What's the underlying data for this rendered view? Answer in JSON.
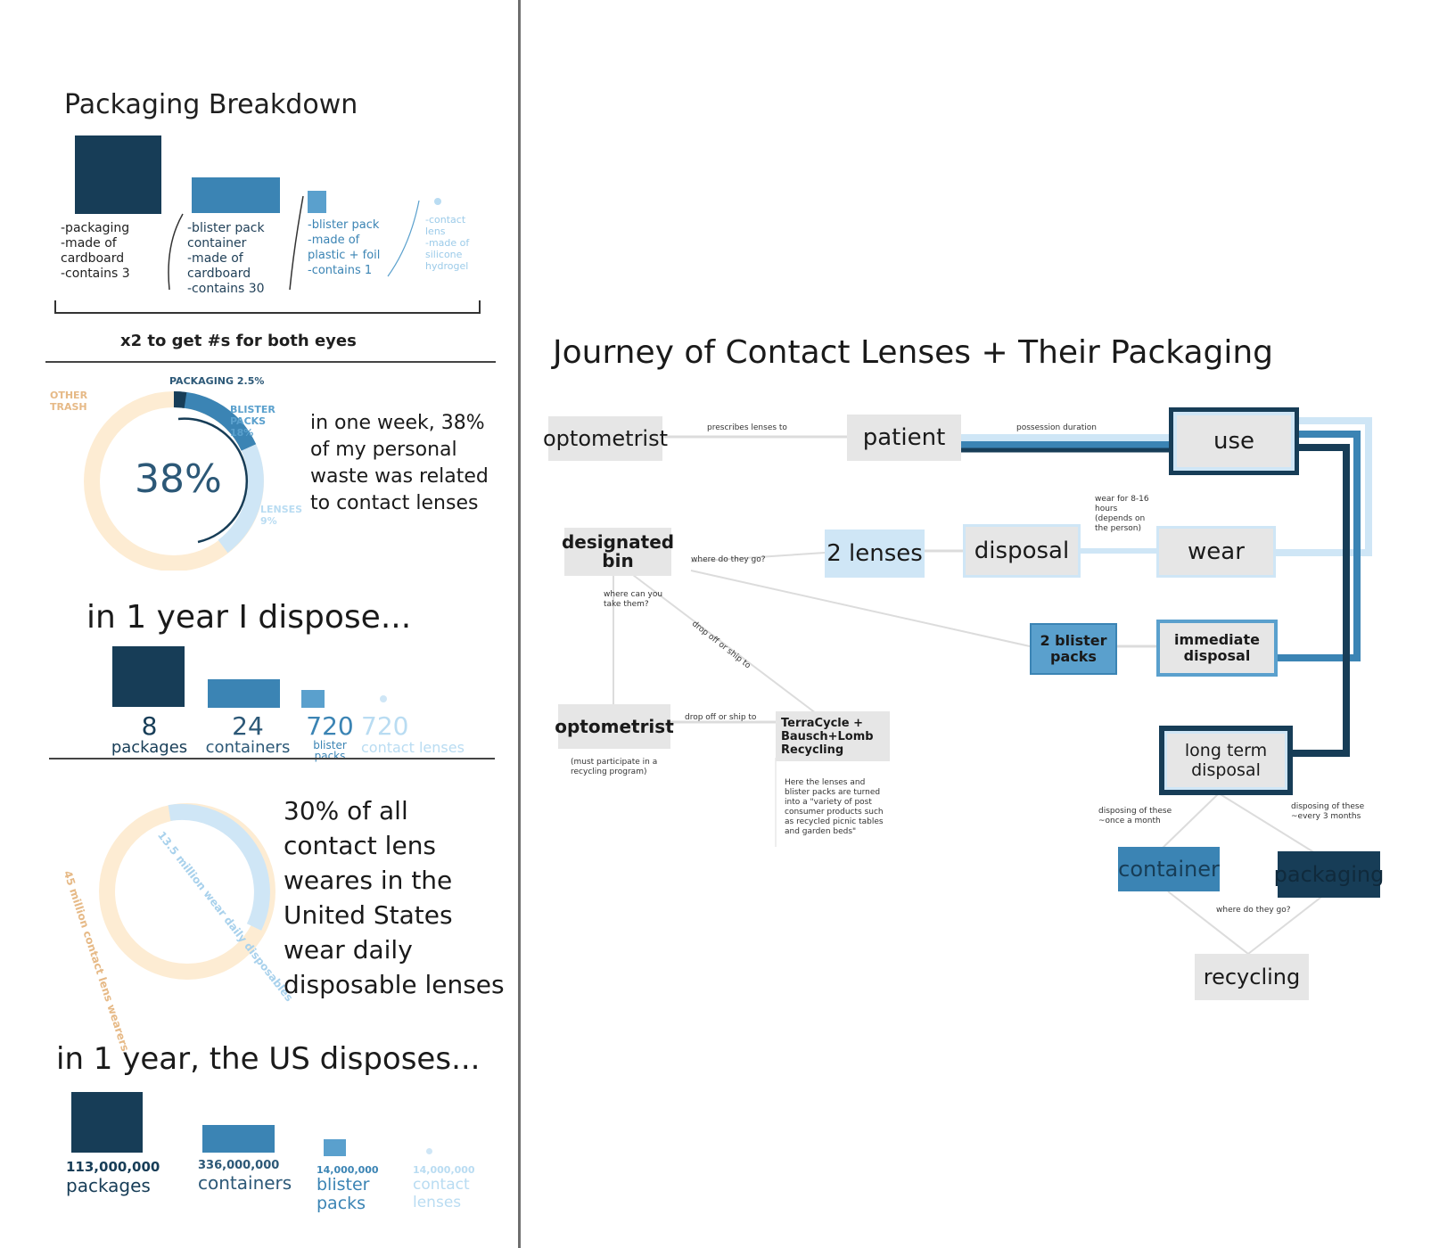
{
  "left": {
    "packaging_title": "Packaging Breakdown",
    "breakdown": {
      "packaging_note": "-packaging\n-made of\n cardboard\n-contains 3",
      "blister_container_note": "-blister pack\n container\n-made of\n cardboard\n-contains 30",
      "blister_pack_note": "-blister pack\n-made of\n plastic + foil\n-contains 1",
      "lens_note": "-contact\n lens\n-made of\n silicone\n hydrogel",
      "footer": "x2 to get #s for both eyes"
    },
    "week_ring": {
      "center": "38%",
      "other_trash": "OTHER\nTRASH",
      "packaging_label": "PACKAGING 2.5%",
      "blister_label": "BLISTER\nPACKS\n18%",
      "lenses_label": "LENSES\n9%",
      "statement": "in one week, 38%\nof my personal\nwaste was related\nto contact lenses"
    },
    "personal_year": {
      "title": "in 1 year I dispose...",
      "items": [
        {
          "value": "8",
          "label": "packages"
        },
        {
          "value": "24",
          "label": "containers"
        },
        {
          "value": "720",
          "label": "blister\npacks"
        },
        {
          "value": "720",
          "label": "contact lenses"
        }
      ]
    },
    "us_ring": {
      "daily_label": "13.5 million wear daily disposables",
      "total_label": "45 million contact lens wearers",
      "statement": "30% of all\ncontact lens\nweares in the\nUnited States\nwear daily\ndisposable lenses"
    },
    "us_year": {
      "title": "in 1 year, the US disposes...",
      "items": [
        {
          "value": "113,000,000",
          "label": "packages"
        },
        {
          "value": "336,000,000",
          "label": "containers"
        },
        {
          "value": "14,000,000",
          "label": "blister\npacks"
        },
        {
          "value": "14,000,000",
          "label": "contact\nlenses"
        }
      ]
    }
  },
  "diagram": {
    "title": "Journey of Contact Lenses + Their Packaging",
    "nodes": {
      "optometrist_top": "optometrist",
      "patient": "patient",
      "use": "use",
      "designated_bin": "designated\nbin",
      "two_lenses": "2 lenses",
      "disposal": "disposal",
      "wear": "wear",
      "two_blister": "2 blister\npacks",
      "immediate_disposal": "immediate\ndisposal",
      "optometrist_bottom": "optometrist",
      "terracycle": "TerraCycle +\nBausch+Lomb\nRecycling",
      "long_term": "long term\ndisposal",
      "container": "container",
      "packaging": "packaging",
      "recycling": "recycling"
    },
    "edge_labels": {
      "prescribes": "prescribes lenses to",
      "possession": "possession duration",
      "wear_hours": "wear for 8-16\nhours\n(depends on\nthe person)",
      "where_go": "where do they go?",
      "where_take": "where can you\ntake them?",
      "drop_off_diag": "drop off or ship to",
      "drop_off": "drop off or ship to",
      "must_participate": "(must participate in a\nrecycling program)",
      "terracycle_note": "Here the lenses and\nblister packs are turned\ninto a \"variety of post\nconsumer products such\nas recycled picnic tables\nand garden beds\"",
      "container_freq": "disposing of these\n~once a month",
      "packaging_freq": "disposing of these\n~every 3 months",
      "where_go_bottom": "where do they go?"
    }
  },
  "colors": {
    "navy": "#173d57",
    "mid_blue": "#3b84b4",
    "light_blue": "#cfe6f6",
    "cream": "#fdecd3",
    "node_gray": "#e6e6e6"
  }
}
